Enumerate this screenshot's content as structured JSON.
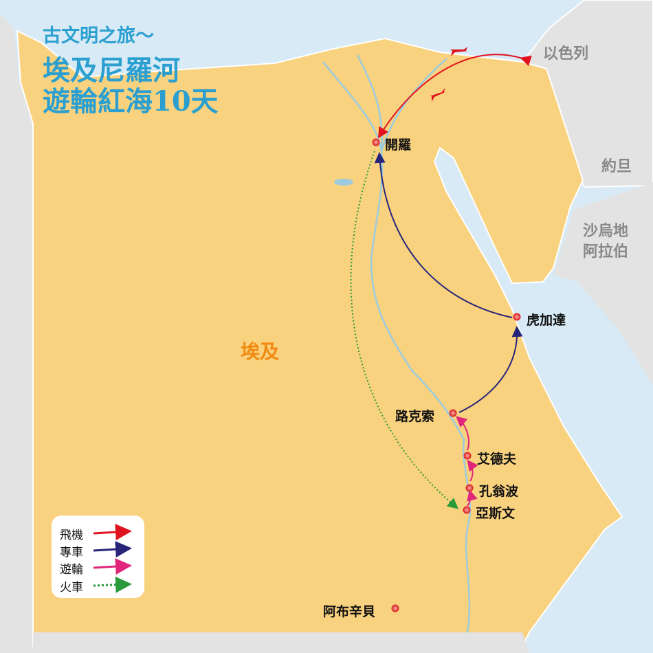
{
  "title": {
    "line1": "古文明之旅～",
    "line2": "埃及尼羅河",
    "line3": "遊輪紅海10天"
  },
  "countries": {
    "egypt": "埃及",
    "israel": "以色列",
    "jordan": "約旦",
    "saudi": "沙烏地\n阿拉伯",
    "saudi_l1": "沙烏地",
    "saudi_l2": "阿拉伯"
  },
  "cities": {
    "cairo": "開羅",
    "hurghada": "虎加達",
    "luxor": "路克索",
    "edfu": "艾德夫",
    "kom_ombo": "孔翁波",
    "aswan": "亞斯文",
    "abu_simbel": "阿布辛貝"
  },
  "legend": {
    "flight": "飛機",
    "coach": "專車",
    "cruise": "遊輪",
    "train": "火車"
  },
  "colors": {
    "flight": "#e0141e",
    "coach": "#26257a",
    "cruise": "#e0257a",
    "train": "#2a9a3a",
    "land": "#f9d27f",
    "sea": "#d7eaf5",
    "neighbor": "#e3e3e3"
  }
}
